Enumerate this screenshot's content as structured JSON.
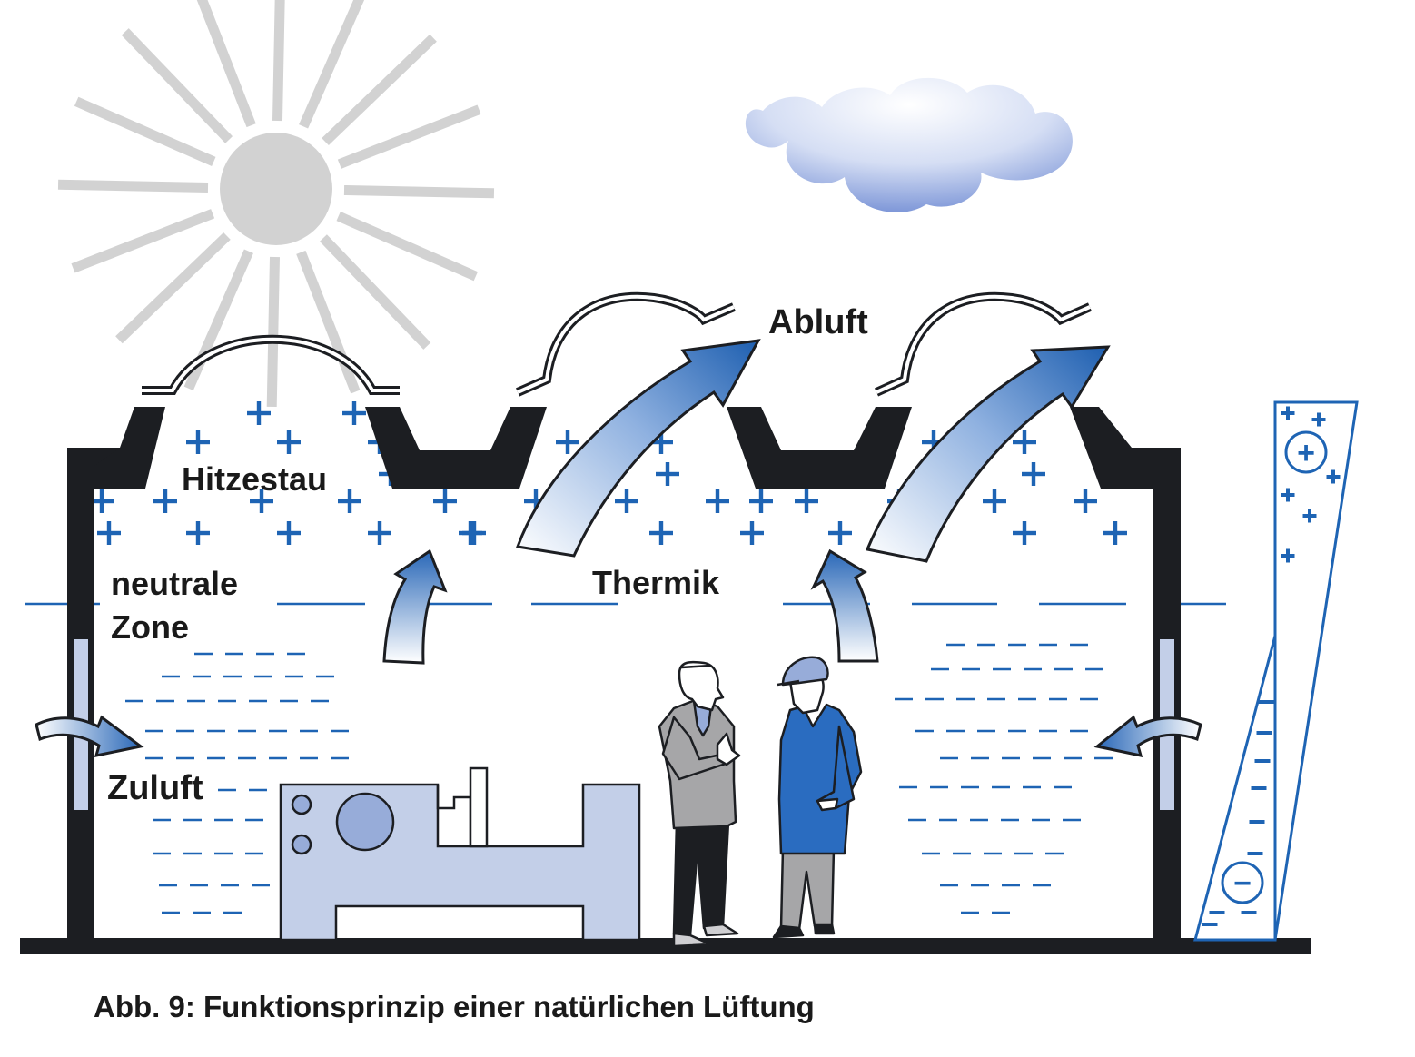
{
  "labels": {
    "hitzestau": "Hitzestau",
    "abluft": "Abluft",
    "neutrale_line1": "neutrale",
    "neutrale_line2": "Zone",
    "thermik": "Thermik",
    "zuluft": "Zuluft"
  },
  "scale": {
    "plus": "+",
    "minus": "−"
  },
  "caption": "Abb. 9: Funktionsprinzip einer natürlichen Lüftung",
  "colors": {
    "blue": "#1e64b4",
    "dark": "#1c1e22",
    "sun": "#d2d2d2",
    "machine": "#c3cfe8",
    "coat_blue": "#2a6cc0",
    "coat_grey": "#a6a6a8"
  },
  "icons": [
    "sun-icon",
    "cloud-icon",
    "person-in-suit",
    "worker-in-blue-coat",
    "machine"
  ]
}
